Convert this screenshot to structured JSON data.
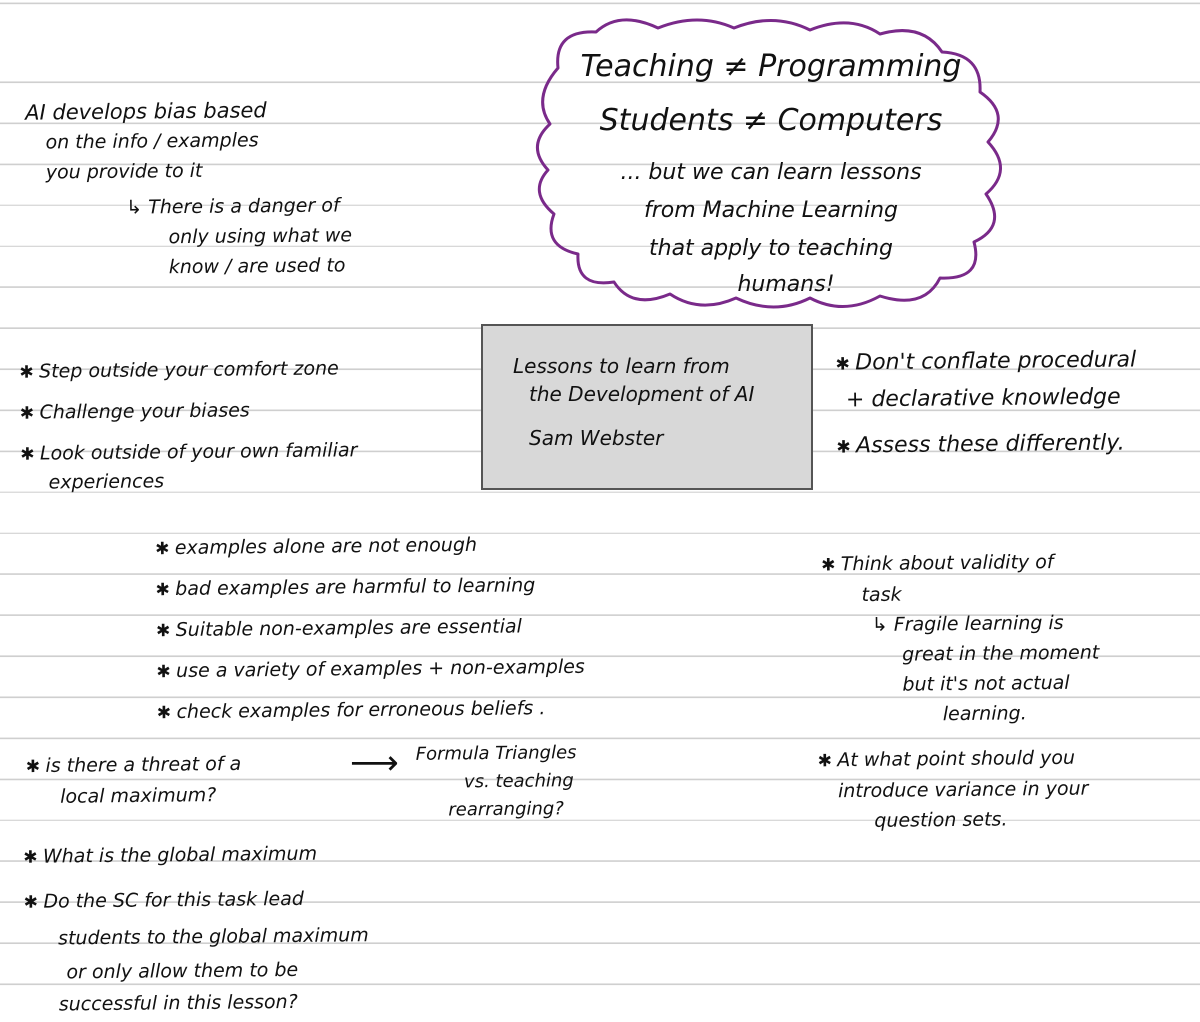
{
  "cloud": {
    "color": "#7a2a8a",
    "line1": "Teaching ≠ Programming",
    "line2": "Students ≠ Computers",
    "line3": "... but we can learn lessons",
    "line4": "from Machine Learning",
    "line5": "that apply to teaching",
    "line6": "humans!"
  },
  "title_box": {
    "line1": "Lessons to learn from",
    "line2": "the Development of AI",
    "author": "Sam Webster"
  },
  "bias_note": {
    "line1": "AI develops bias based",
    "line2": "on the info / examples",
    "line3": "you provide to it",
    "line4": "There is a danger of",
    "line5": "only using what we",
    "line6": "know / are used to"
  },
  "left_stars": [
    "Step outside your comfort zone",
    "Challenge your biases",
    "Look outside of your own familiar",
    "experiences"
  ],
  "right_stars": [
    "Don't conflate procedural",
    "+ declarative knowledge",
    "Assess these differently."
  ],
  "examples": [
    "examples alone are not enough",
    "bad examples are harmful to learning",
    "Suitable non-examples are essential",
    "use a variety of examples + non-examples",
    "check examples for erroneous beliefs ."
  ],
  "validity": {
    "line1": "Think about validity of",
    "line2": "task",
    "line3": "Fragile learning is",
    "line4": "great in the moment",
    "line5": "but it's not actual",
    "line6": "learning."
  },
  "variance": {
    "line1": "At what point should you",
    "line2": "introduce variance in your",
    "line3": "question sets."
  },
  "local_max": {
    "line1": "is there a threat of a",
    "line2": "local maximum?",
    "arrow": "⟶",
    "f1": "Formula Triangles",
    "f2": "vs. teaching",
    "f3": "rearranging?"
  },
  "global_max": {
    "q1": "What is the global maximum",
    "q2a": "Do the SC for this task lead",
    "q2b": "students to the global maximum",
    "q2c": "or only allow them to be",
    "q2d": "successful in this lesson?"
  }
}
